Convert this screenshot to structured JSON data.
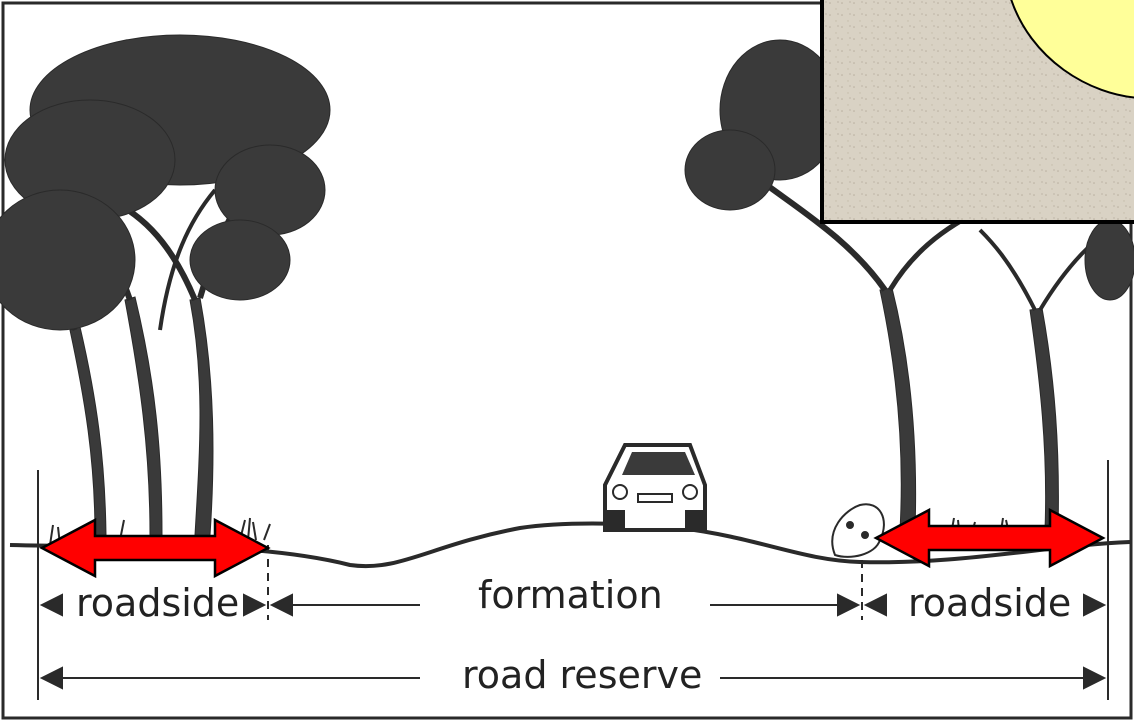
{
  "labels": {
    "roadside_left": "roadside",
    "formation": "formation",
    "roadside_right": "roadside",
    "road_reserve": "road reserve"
  },
  "colors": {
    "ink": "#2a2a2a",
    "paper": "#ffffff",
    "arrow_fill": "#ff0000",
    "arrow_stroke": "#000000",
    "inset_fill": "#d9d2c4",
    "sun_fill": "#ffff99"
  },
  "icons": {
    "car": "car-icon",
    "sun": "sun-icon",
    "double_arrow": "double-headed-arrow-icon"
  }
}
